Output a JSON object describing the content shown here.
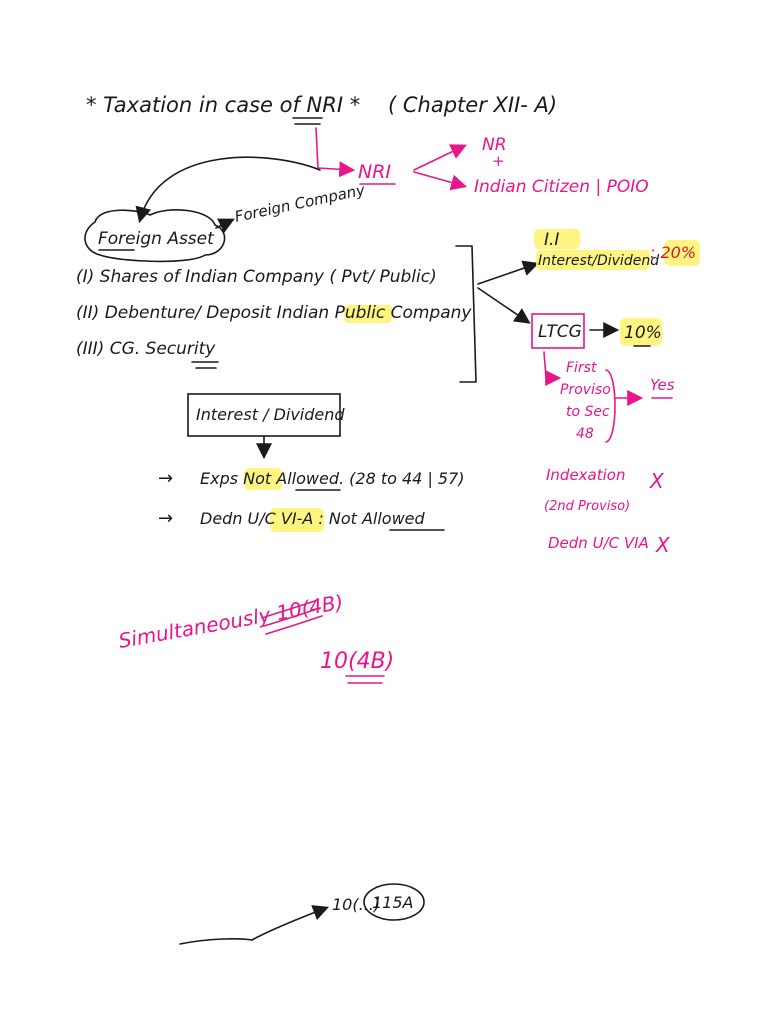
{
  "title": "* Taxation in case of NRI *",
  "chapter": "( Chapter XII- A)",
  "nri": "NRI",
  "nr": "NR",
  "plus": "+",
  "indian_citizen": "Indian Citizen | POIO",
  "foreign_company": "Foreign Company",
  "foreign_asset": "Foreign Asset",
  "assets": [
    "(I) Shares of Indian Company ( Pvt/ Public)",
    "(II) Debenture/ Deposit Indian Public Company",
    "(III) CG. Security"
  ],
  "ii_label": "I.I",
  "interest_dividend_right": "Interest/Dividend",
  "rate_20": ": 20%",
  "ltcg": "LTCG",
  "rate_10": "10%",
  "first_proviso": [
    "First",
    "Proviso",
    "to Sec",
    "48"
  ],
  "yes": "Yes",
  "indexation": "Indexation",
  "second_proviso": "(2nd Proviso)",
  "deduction_right": "Dedn U/C VIA",
  "cross": "X",
  "interest_dividend_box": "Interest / Dividend",
  "rule1": "Exps Not Allowed. (28 to 44 | 57)",
  "rule2": "Dedn U/C VI-A : Not Allowed",
  "arrow": "→",
  "simultaneously": "Simultaneously 10(4B)",
  "ten_4b": "10(4B)",
  "bottom_label": "10(...)",
  "bottom_circled": "115A",
  "colors": {
    "ink": "#1a1a1a",
    "pink": "#e8168c",
    "red": "#e0151f",
    "highlight": "#fdf26b"
  }
}
